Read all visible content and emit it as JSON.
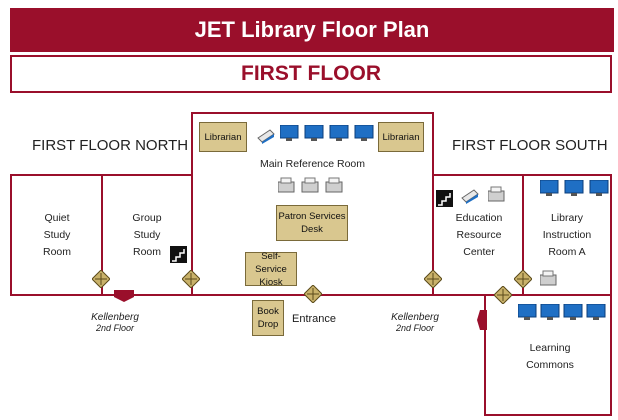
{
  "header": {
    "title": "JET Library Floor Plan",
    "subtitle": "FIRST FLOOR"
  },
  "sections": {
    "north": "FIRST FLOOR NORTH",
    "south": "FIRST FLOOR SOUTH"
  },
  "rooms": {
    "quiet": [
      "Quiet",
      "Study",
      "Room"
    ],
    "group": [
      "Group",
      "Study",
      "Room"
    ],
    "main_reference": "Main Reference Room",
    "education": [
      "Education",
      "Resource",
      "Center"
    ],
    "instruction": [
      "Library",
      "Instruction",
      "Room A"
    ],
    "learning": [
      "Learning",
      "Commons"
    ]
  },
  "desks": {
    "librarian_left": "Librarian",
    "librarian_right": "Librarian",
    "patron": [
      "Patron Services",
      "Desk"
    ],
    "kiosk": [
      "Self-Service",
      "Kiosk"
    ],
    "book_drop": [
      "Book",
      "Drop"
    ]
  },
  "labels": {
    "entrance": "Entrance",
    "kellenberg_left": "Kellenberg",
    "kellenberg_left_sub": "2nd Floor",
    "kellenberg_right": "Kellenberg",
    "kellenberg_right_sub": "2nd Floor"
  },
  "colors": {
    "wall": "#9a0f2b",
    "desk": "#d9c78f",
    "monitor": "#1f6fc4",
    "door": "#c9b26a"
  }
}
